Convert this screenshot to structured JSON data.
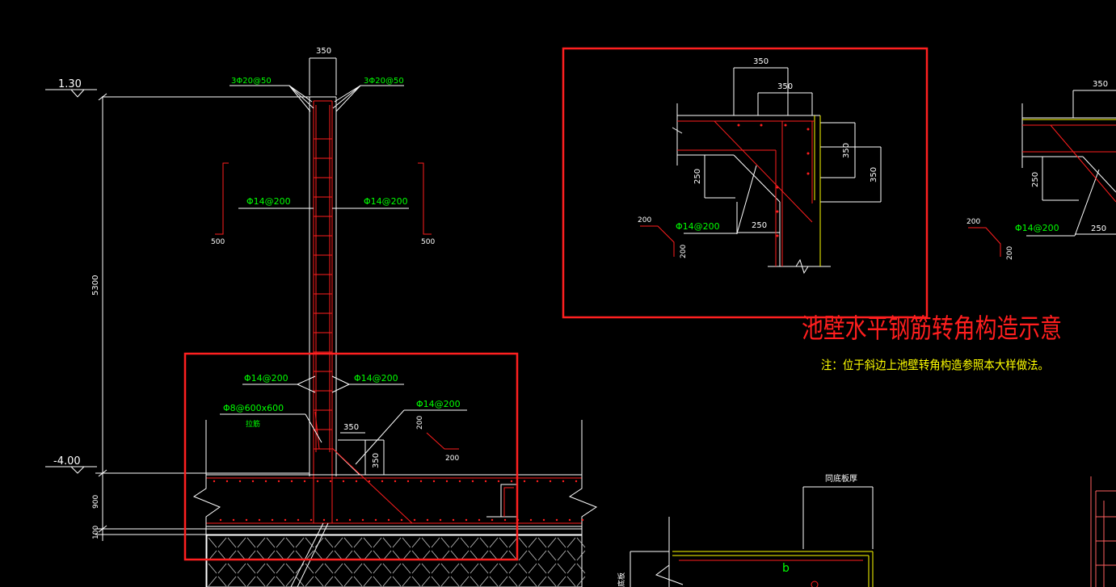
{
  "colors": {
    "background": "#000000",
    "white": "#ffffff",
    "red": "#ff1e1e",
    "green": "#00ff00",
    "yellow": "#ffff00",
    "gray": "#a0a0a0",
    "highlight_box": "#ff2020"
  },
  "section_view": {
    "elevations": {
      "top": "1.30",
      "bottom": "-4.00"
    },
    "dims": {
      "wall_thickness": "350",
      "height": "5300",
      "slab": "900",
      "cushion": "100",
      "left_500": "500",
      "right_500": "500",
      "haunch_w": "350",
      "haunch_h": "350",
      "hook_200a": "200",
      "hook_200b": "200"
    },
    "rebar_labels": {
      "top_left": "3Φ20@50",
      "top_right": "3Φ20@50",
      "mid_left": "Φ14@200",
      "mid_right": "Φ14@200",
      "low_left": "Φ14@200",
      "low_right": "Φ14@200",
      "haunch": "Φ14@200",
      "tie": "Φ8@600x600",
      "tie_note": "拉筋"
    }
  },
  "corner_detail": {
    "dims": {
      "top_350_outer": "350",
      "top_350_inner": "350",
      "right_350_inner": "350",
      "right_350_outer": "350",
      "left_250": "250",
      "bottom_250": "250",
      "hook_200a": "200",
      "hook_200b": "200"
    },
    "rebar_label": "Φ14@200"
  },
  "right_partial": {
    "dims": {
      "top_350": "350",
      "left_250": "250",
      "bottom_250": "250",
      "hook_200a": "200",
      "hook_200b": "200"
    },
    "rebar_label": "Φ14@200"
  },
  "bottom_detail": {
    "label": "同底板厚",
    "marker": "b",
    "side_text": "底板"
  },
  "title": "池壁水平钢筋转角构造示意",
  "note": "注：位于斜边上池壁转角构造参照本大样做法。"
}
